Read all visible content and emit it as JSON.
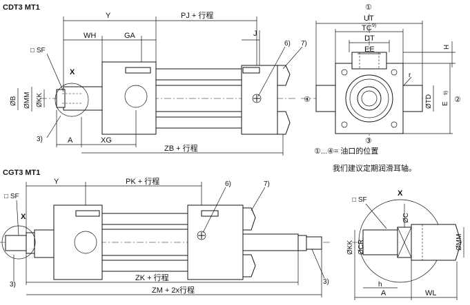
{
  "titles": {
    "cdt3": "CDT3 MT1",
    "cgt3": "CGT3 MT1"
  },
  "labels": {
    "y": "Y",
    "pj": "PJ + 行程",
    "wh": "WH",
    "ga": "GA",
    "j": "J",
    "note6": "6)",
    "note7": "7)",
    "note3": "3)",
    "sf": "□ SF",
    "x": "X",
    "ob": "ØB",
    "omm": "ØMM",
    "okk": "ØKK",
    "a": "A",
    "xg": "XG",
    "zb": "ZB + 行程",
    "pk": "PK + 行程",
    "zk": "ZK + 行程",
    "zm": "ZM + 2x行程",
    "ut": "UT",
    "tc": "TC",
    "tc_note": "9)",
    "dt": "DT",
    "ee": "EE",
    "h": "H",
    "r": "r",
    "otd": "ØTD",
    "e": "E",
    "e_note": "9)",
    "port1": "①",
    "port2": "②",
    "port3": "③",
    "port4": "④",
    "oil_port_position": "①...④= 油口的位置",
    "lube_recommendation": "我们建议定期润滑耳轴。",
    "sf2": "□ SF",
    "x2": "X",
    "oc": "ØC",
    "okk2": "ØKK",
    "ocr": "ØCR",
    "omm2": "ØMM",
    "h_small": "h",
    "a2": "A",
    "wl": "WL"
  }
}
